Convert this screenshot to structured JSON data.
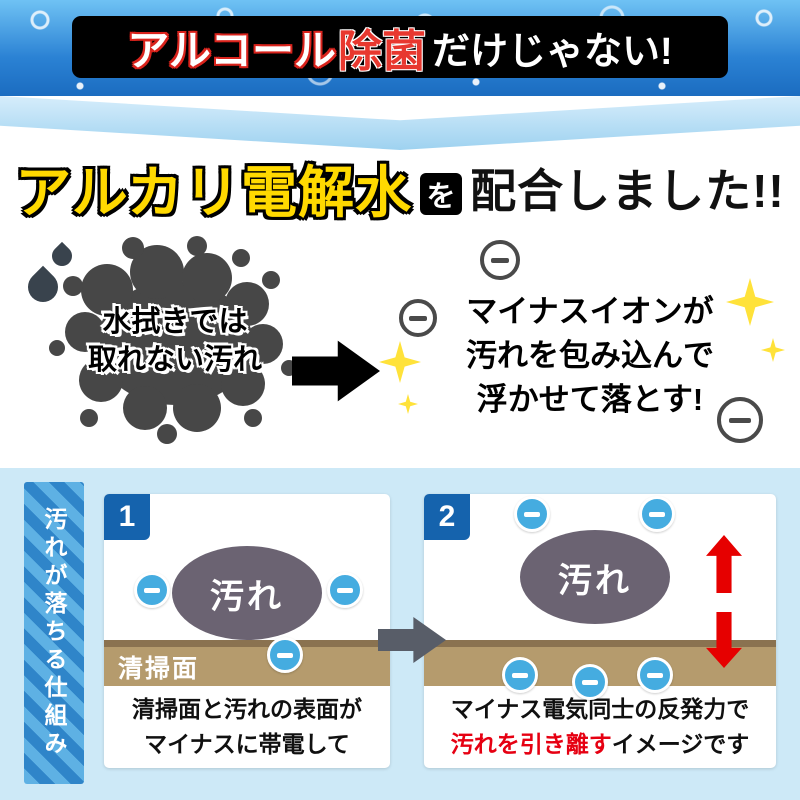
{
  "top_banner": {
    "part_alcohol": "アルコール",
    "part_disinfect": "除菌",
    "part_rest": "だけじゃない!"
  },
  "headline": {
    "highlight": "アルカリ電解水",
    "particle": "を",
    "suffix": "配合しました!!"
  },
  "problem": {
    "line1": "水拭きでは",
    "line2": "取れない汚れ"
  },
  "solution": {
    "line1": "マイナスイオンが",
    "line2": "汚れを包み込んで",
    "line3": "浮かせて落とす!"
  },
  "mechanism": {
    "ribbon_title": "汚れが落ちる仕組み",
    "step1": {
      "number": "1",
      "dirt_label": "汚れ",
      "surface_label": "清掃面",
      "caption_line1": "清掃面と汚れの表面が",
      "caption_line2": "マイナスに帯電して"
    },
    "step2": {
      "number": "2",
      "dirt_label": "汚れ",
      "caption_line1": "マイナス電気同士の反発力で",
      "caption_highlight": "汚れを引き離す",
      "caption_rest": "イメージです"
    }
  },
  "colors": {
    "banner_blue": "#2b82d4",
    "accent_red": "#e60012",
    "accent_yellow": "#ffd900",
    "light_blue_bg": "#cde9f7",
    "minus_ion_blue": "#45ace0",
    "surface_brown": "#b59b6d",
    "dirt_gray": "#6b6372",
    "splat_gray": "#474747",
    "step_badge_blue": "#1563ad"
  }
}
